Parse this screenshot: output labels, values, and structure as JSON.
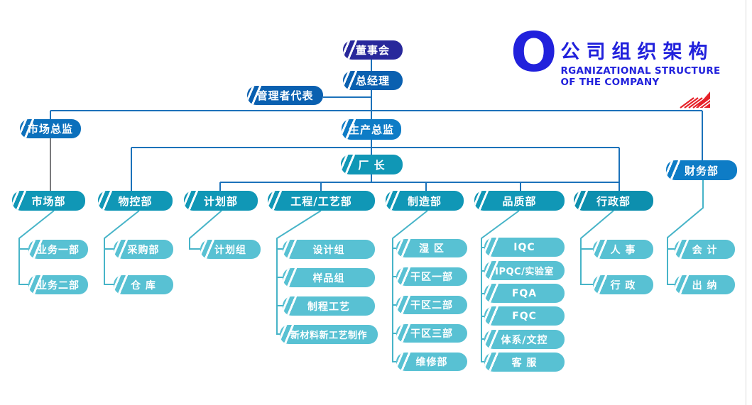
{
  "title": {
    "big_letter": "O",
    "zh": "公司组织架构",
    "en_line1": "RGANIZATIONAL STRUCTURE",
    "en_line2": "OF THE COMPANY"
  },
  "top": {
    "board": "董事会",
    "general_manager": "总经理",
    "management_rep": "管理者代表",
    "marketing_director": "市场总监",
    "production_director": "生产总监",
    "factory_manager": "厂 长"
  },
  "departments": [
    {
      "label": "市场部",
      "children": [
        "业务一部",
        "业务二部"
      ]
    },
    {
      "label": "物控部",
      "children": [
        "采购部",
        "仓 库"
      ]
    },
    {
      "label": "计划部",
      "children": [
        "计划组"
      ]
    },
    {
      "label": "工程/工艺部",
      "children": [
        "设计组",
        "样品组",
        "制程工艺",
        "新材料新工艺制作"
      ]
    },
    {
      "label": "制造部",
      "children": [
        "湿 区",
        "干区一部",
        "干区二部",
        "干区三部",
        "维修部"
      ]
    },
    {
      "label": "品质部",
      "children": [
        "IQC",
        "IPQC/实验室",
        "FQA",
        "FQC",
        "体系/文控",
        "客 服"
      ]
    },
    {
      "label": "行政部",
      "children": [
        "人 事",
        "行 政"
      ]
    },
    {
      "label": "财务部",
      "children": [
        "会 计",
        "出 纳"
      ]
    }
  ],
  "colors": {
    "board_navy": "#28289B",
    "manager_blue": "#0A60B0",
    "director_blue": "#0E7CC6",
    "department_teal": "#1097B6",
    "child_teal": "#58C1D3",
    "line_blue": "#1C72BA",
    "line_teal": "#47B4C8",
    "line_gray": "#7A7A7C",
    "title_blue": "#2121DC",
    "flag_red": "#E62129"
  }
}
